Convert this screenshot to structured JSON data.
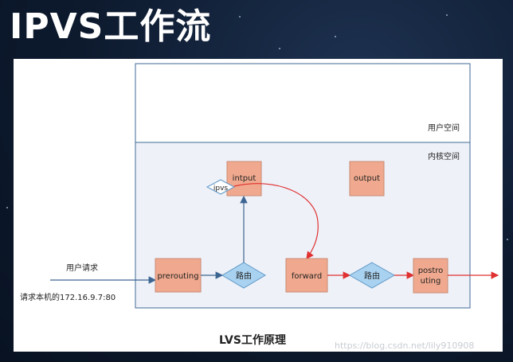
{
  "slide": {
    "title": "IPVS工作流"
  },
  "diagram": {
    "user_space_label": "用户空间",
    "kernel_space_label": "内核空间",
    "user_request_label": "用户请求",
    "request_target_label": "请求本机的172.16.9.7:80",
    "nodes": {
      "input": "intput",
      "ipvs": "ipvs",
      "output": "output",
      "prerouting": "prerouting",
      "routing_1": "路由",
      "forward": "forward",
      "routing_2": "路由",
      "postrouting_line1": "postro",
      "postrouting_line2": "uting"
    },
    "caption": "LVS工作原理",
    "colors": {
      "box_fill": "#f0a98e",
      "box_stroke": "#c98a74",
      "diamond_fill": "#a9d2f0",
      "diamond_stroke": "#5e98c8",
      "kernel_bg": "#eef1f8",
      "frame_stroke": "#3f6a96",
      "arrow_blue": "#3d6592",
      "arrow_red": "#e03030"
    }
  },
  "watermark": "https://blog.csdn.net/lily910908"
}
